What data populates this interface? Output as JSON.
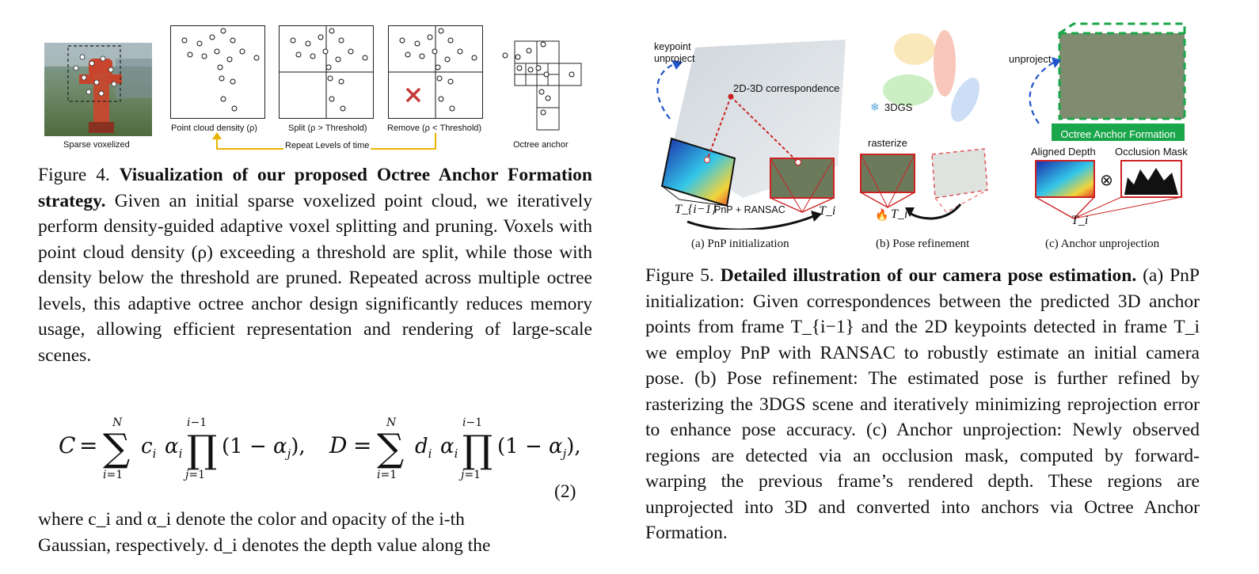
{
  "fig4": {
    "labels": {
      "sparse": "Sparse voxelized",
      "density": "Point cloud density (ρ)",
      "split": "Split (ρ > Threshold)",
      "remove": "Remove (ρ < Threshold)",
      "octree": "Octree anchor",
      "repeat": "Repeat Levels of time"
    },
    "caption_prefix": "Figure 4.",
    "caption_title": "Visualization of our proposed Octree Anchor Formation strategy.",
    "caption_body": "Given an initial sparse voxelized point cloud, we iteratively perform density-guided adaptive voxel splitting and pruning. Voxels with point cloud density (ρ) exceeding a threshold are split, while those with density below the threshold are pruned. Repeated across multiple octree levels, this adaptive octree anchor design significantly reduces memory usage, allowing efficient representation and rendering of large-scale scenes."
  },
  "equation": {
    "number": "(2)"
  },
  "body_text": {
    "line1": "where c_i and α_i denote the color and opacity of the i-th",
    "line2": "Gaussian, respectively. d_i denotes the depth value along the"
  },
  "fig5": {
    "labels": {
      "keypoint_unproject": "keypoint\nunproject",
      "correspondence": "2D-3D correspondence",
      "pnp_ransac": "PnP + RANSAC",
      "t_prev": "T_{i−1}",
      "t_i": "T_i",
      "threedgs": "3DGS",
      "rasterize": "rasterize",
      "unproject": "unproject",
      "anchor_formation": "Octree Anchor Formation",
      "aligned_depth": "Aligned Depth",
      "occlusion_mask": "Occlusion Mask",
      "sub_a": "(a) PnP initialization",
      "sub_b": "(b) Pose refinement",
      "sub_c": "(c) Anchor unprojection"
    },
    "caption_prefix": "Figure 5.",
    "caption_title": "Detailed illustration of our camera pose estimation.",
    "caption_body": "(a) PnP initialization: Given correspondences between the predicted 3D anchor points from frame T_{i−1} and the 2D keypoints detected in frame T_i we employ PnP with RANSAC to robustly estimate an initial camera pose. (b) Pose refinement: The estimated pose is further refined by rasterizing the 3DGS scene and iteratively minimizing reprojection error to enhance pose accuracy. (c) Anchor unprojection: Newly observed regions are detected via an occlusion mask, computed by forward-warping the previous frame’s rendered depth. These regions are unprojected into 3D and converted into anchors via Octree Anchor Formation."
  },
  "colors": {
    "accent_green": "#1aa64a",
    "accent_red": "#d23a3a",
    "arrow_blue": "#2255cc",
    "arrow_yellow": "#e8b400"
  }
}
